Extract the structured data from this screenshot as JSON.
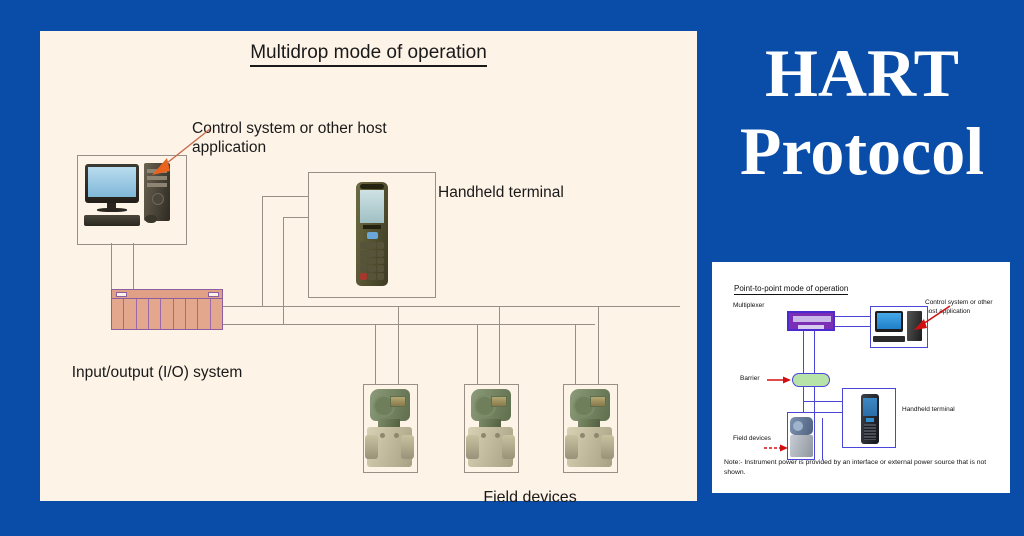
{
  "poster": {
    "background_color": "#0A4DA8",
    "title_line1": "HART",
    "title_line2": "Protocol",
    "title_color": "#FFFFFF"
  },
  "main_diagram": {
    "background_color": "#FDF3E7",
    "title": "Multidrop mode of operation",
    "labels": {
      "host": "Control system or other host application",
      "handheld": "Handheld terminal",
      "io_system": "Input/output (I/O) system",
      "field_devices": "Field devices"
    },
    "components": {
      "pc": "computer-workstation",
      "handheld": "handheld-terminal-device",
      "io_rack": "io-rack-module",
      "field_device_count": 3
    },
    "wire_color": "#9a8f86"
  },
  "inset_diagram": {
    "background_color": "#FFFFFF",
    "title": "Point-to-point mode of operation",
    "labels": {
      "multiplexer": "Multiplexer",
      "host": "Control system or other host application",
      "barrier": "Barrier",
      "handheld": "Handheld terminal",
      "field_devices": "Field devices"
    },
    "note": "Note:- Instrument power is provided by an interface or external power source that is not shown.",
    "wire_color": "#4a46d8",
    "barrier_color": "#b7e2a8",
    "multiplexer_color": "#7a2fb5"
  }
}
